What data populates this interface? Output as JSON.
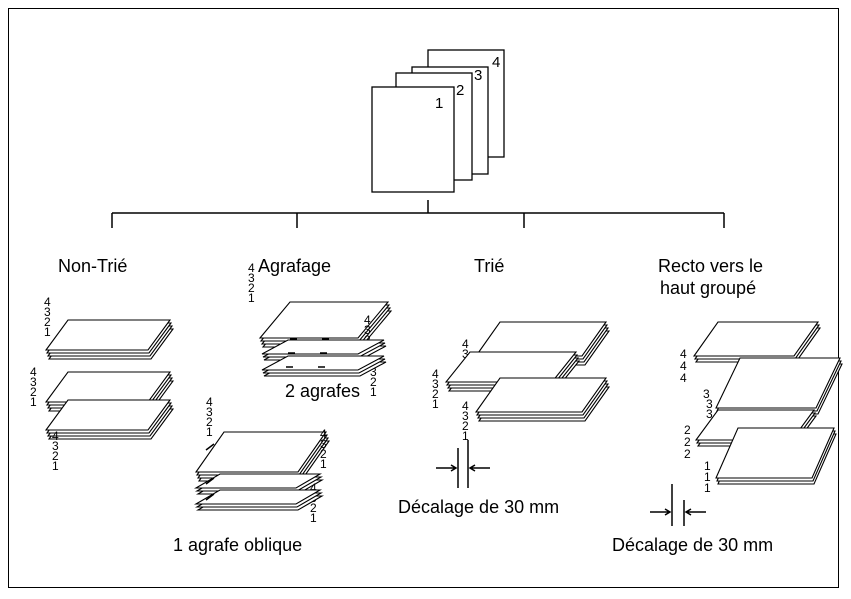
{
  "originals": {
    "page_numbers": [
      "1",
      "2",
      "3",
      "4"
    ]
  },
  "modes": [
    {
      "id": "non-trie",
      "label": "Non-Trié"
    },
    {
      "id": "agrafage",
      "label": "Agrafage",
      "sublabels": [
        "2 agrafes",
        "1 agrafe oblique"
      ]
    },
    {
      "id": "trie",
      "label": "Trié",
      "offset_label": "Décalage de 30 mm"
    },
    {
      "id": "recto",
      "label_lines": [
        "Recto vers le",
        "haut groupé"
      ],
      "offset_label": "Décalage de 30 mm"
    }
  ],
  "stack_digits": [
    "4",
    "3",
    "2",
    "1"
  ],
  "group_digits": {
    "top": "4",
    "middle": "3",
    "lower": "2",
    "bottom": "1"
  }
}
